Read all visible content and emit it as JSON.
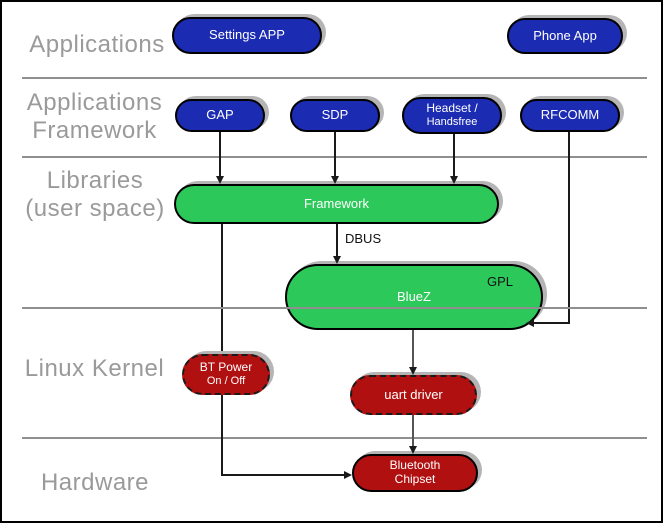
{
  "colors": {
    "app_node_blue": "#1b2bb2",
    "lib_node_green": "#2dc85a",
    "kernel_node_red": "#b01010",
    "shadow_gray": "#b5b5b5",
    "layer_label_gray": "#9a9a9a",
    "separator_gray": "#8f8f8f",
    "connector_black": "#1a1a1a"
  },
  "layers": [
    {
      "id": "applications",
      "label_lines": [
        "Applications"
      ]
    },
    {
      "id": "applications-framework",
      "label_lines": [
        "Applications",
        "Framework"
      ]
    },
    {
      "id": "libraries-user-space",
      "label_lines": [
        "Libraries",
        "(user space)"
      ]
    },
    {
      "id": "linux-kernel",
      "label_lines": [
        "Linux Kernel"
      ]
    },
    {
      "id": "hardware",
      "label_lines": [
        "Hardware"
      ]
    }
  ],
  "nodes": {
    "settings_app": {
      "label": "Settings APP"
    },
    "phone_app": {
      "label": "Phone App"
    },
    "gap": {
      "label": "GAP"
    },
    "sdp": {
      "label": "SDP"
    },
    "headset": {
      "line1": "Headset /",
      "line2": "Handsfree"
    },
    "rfcomm": {
      "label": "RFCOMM"
    },
    "framework": {
      "label": "Framework"
    },
    "bluez": {
      "label": "BlueZ",
      "license": "GPL"
    },
    "bt_power": {
      "line1": "BT Power",
      "line2": "On / Off"
    },
    "uart_driver": {
      "label": "uart driver"
    },
    "bluetooth_chipset": {
      "line1": "Bluetooth",
      "line2": "Chipset"
    }
  },
  "edges": {
    "dbus_label": "DBUS"
  }
}
